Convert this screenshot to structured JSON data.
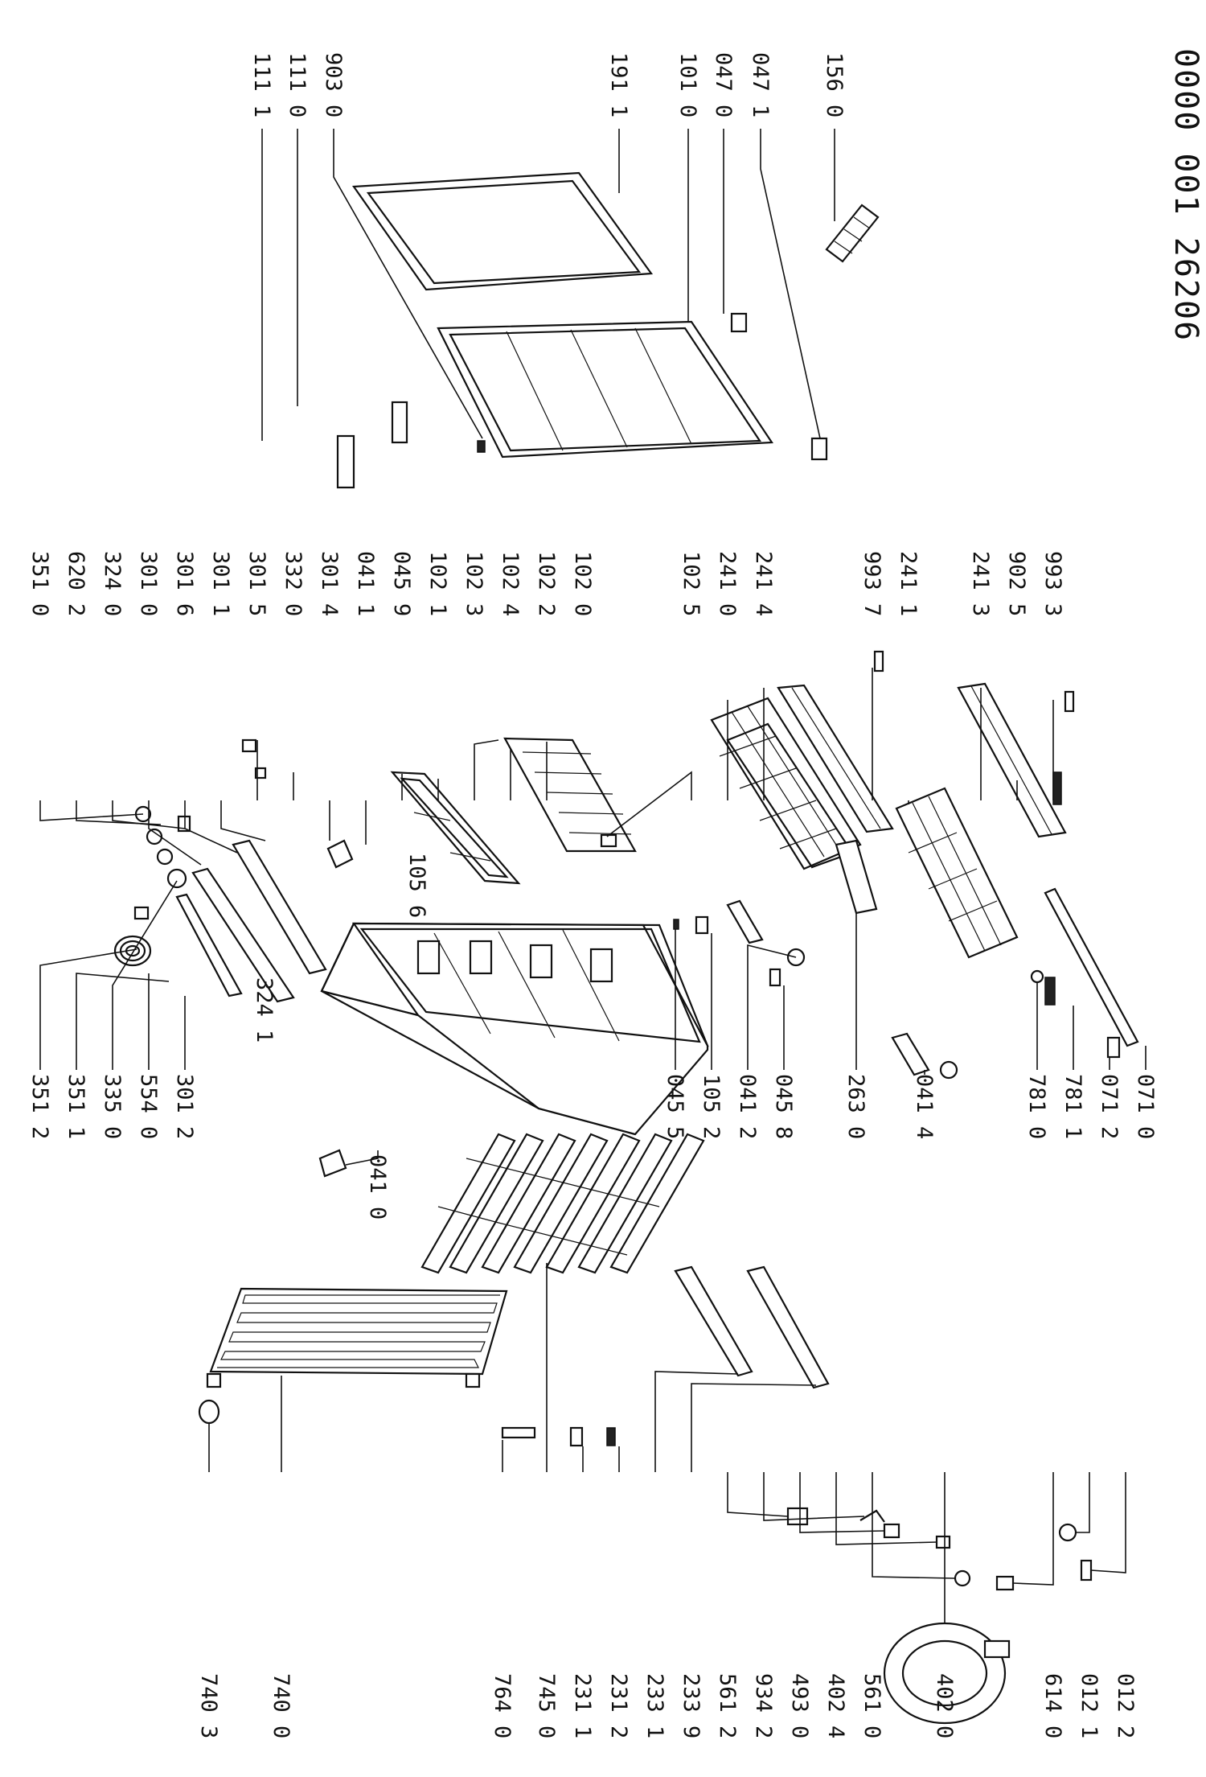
{
  "document_number": "0000 001 26206",
  "labels_right_top": [
    "111 1",
    "111 0",
    "903 0",
    "191 1",
    "101 0",
    "047 0",
    "047 1",
    "156 0"
  ],
  "labels_middle_top": [
    "351 0",
    "620 2",
    "324 0",
    "301 0",
    "301 6",
    "301 1",
    "301 5",
    "332 0",
    "301 4",
    "041 1",
    "045 9",
    "102 1",
    "102 3",
    "102 4",
    "102 2",
    "102 0",
    "102 5",
    "241 0",
    "241 4",
    "993 7",
    "241 1",
    "241 3",
    "902 5",
    "993 3"
  ],
  "labels_middle_bottom": [
    "351 2",
    "351 1",
    "335 0",
    "554 0",
    "301 2",
    "041 0",
    "045 5",
    "105 2",
    "041 2",
    "045 8",
    "263 0",
    "041 4",
    "781 0",
    "781 1",
    "071 2",
    "071 0"
  ],
  "labels_inner": [
    "324 1",
    "105 6"
  ],
  "labels_left_bottom": [
    "740 3",
    "740 0",
    "764 0",
    "745 0",
    "231 1",
    "231 2",
    "233 1",
    "233 9",
    "561 2",
    "934 2",
    "493 0",
    "402 4",
    "561 0",
    "402 0",
    "614 0",
    "012 1",
    "012 2"
  ]
}
